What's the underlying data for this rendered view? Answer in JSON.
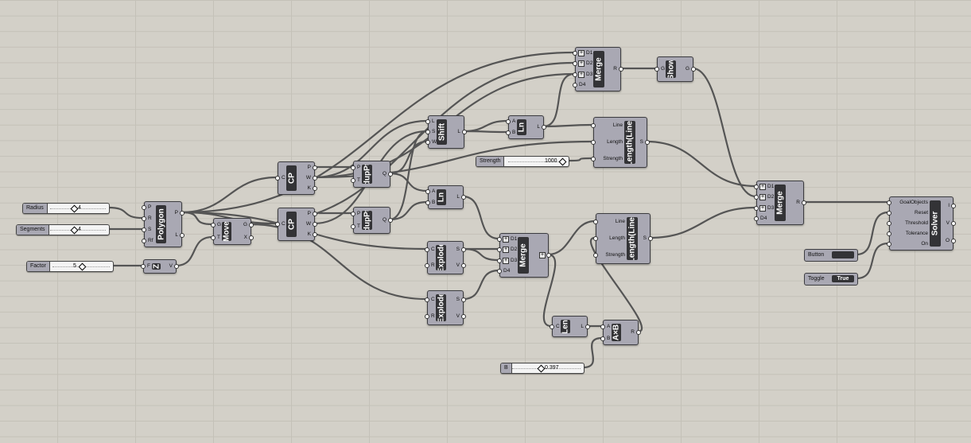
{
  "sliders": {
    "radius": {
      "label": "Radius",
      "value": "4"
    },
    "segments": {
      "label": "Segments",
      "value": "4"
    },
    "factor": {
      "label": "Factor",
      "value": "5"
    },
    "strength": {
      "label": "Strength",
      "value": "1000"
    },
    "b": {
      "label": "B",
      "value": "0.397"
    }
  },
  "components": {
    "polygon": {
      "name": "Polygon",
      "inputs": [
        "P",
        "R",
        "S",
        "Rf"
      ],
      "outputs": [
        "P",
        "L"
      ]
    },
    "z": {
      "name": "Z",
      "inputs": [
        "F"
      ],
      "outputs": [
        "V"
      ]
    },
    "move": {
      "name": "Move",
      "inputs": [
        "G",
        "T"
      ],
      "outputs": [
        "G",
        "X"
      ]
    },
    "cp1": {
      "name": "CP",
      "inputs": [
        "C"
      ],
      "outputs": [
        "P",
        "W",
        "K"
      ]
    },
    "cp2": {
      "name": "CP",
      "inputs": [
        "C"
      ],
      "outputs": [
        "P",
        "W",
        "K"
      ]
    },
    "duppt1": {
      "name": "dupPt",
      "inputs": [
        "P",
        "T"
      ],
      "outputs": [
        "Q"
      ]
    },
    "duppt2": {
      "name": "dupPt",
      "inputs": [
        "P",
        "T"
      ],
      "outputs": [
        "Q"
      ]
    },
    "shift": {
      "name": "Shift",
      "inputs": [
        "L",
        "S",
        "W"
      ],
      "outputs": [
        "L"
      ]
    },
    "ln1": {
      "name": "Ln",
      "inputs": [
        "A",
        "B"
      ],
      "outputs": [
        "L"
      ]
    },
    "ln2": {
      "name": "Ln",
      "inputs": [
        "A",
        "B"
      ],
      "outputs": [
        "L"
      ]
    },
    "merge_top": {
      "name": "Merge",
      "inputs": [
        "D1",
        "D2",
        "D3",
        "D4"
      ],
      "outputs": [
        "R"
      ]
    },
    "show": {
      "name": "Show",
      "inputs": [
        "G"
      ],
      "outputs": [
        "G"
      ]
    },
    "length1": {
      "name": "Length(Line)",
      "inputs": [
        "Line",
        "Length",
        "Strength"
      ],
      "outputs": [
        "S"
      ]
    },
    "explode1": {
      "name": "Explode",
      "inputs": [
        "C",
        "R"
      ],
      "outputs": [
        "S",
        "V"
      ]
    },
    "explode2": {
      "name": "Explode",
      "inputs": [
        "C",
        "R"
      ],
      "outputs": [
        "S",
        "V"
      ]
    },
    "merge_mid": {
      "name": "Merge",
      "inputs": [
        "D1",
        "D2",
        "D3",
        "D4"
      ],
      "outputs": [
        "R"
      ]
    },
    "length2": {
      "name": "Length(Line)",
      "inputs": [
        "Line",
        "Length",
        "Strength"
      ],
      "outputs": [
        "S"
      ]
    },
    "len": {
      "name": "Len",
      "inputs": [
        "C"
      ],
      "outputs": [
        "L"
      ]
    },
    "axb": {
      "name": "A×B",
      "inputs": [
        "A",
        "B"
      ],
      "outputs": [
        "R"
      ]
    },
    "merge_right": {
      "name": "Merge",
      "inputs": [
        "D1",
        "D2",
        "D3",
        "D4"
      ],
      "outputs": [
        "R"
      ]
    },
    "solver": {
      "name": "Solver",
      "inputs": [
        "GoalObjects",
        "Reset",
        "Threshold",
        "Tolerance",
        "On"
      ],
      "outputs": [
        "I",
        "V",
        "O"
      ]
    }
  },
  "button": {
    "label": "Button"
  },
  "toggle": {
    "label": "Toggle",
    "value": "True"
  },
  "colors": {
    "canvas": "#d3d0c8",
    "component": "#a9a8b3",
    "wire": "#555555"
  }
}
